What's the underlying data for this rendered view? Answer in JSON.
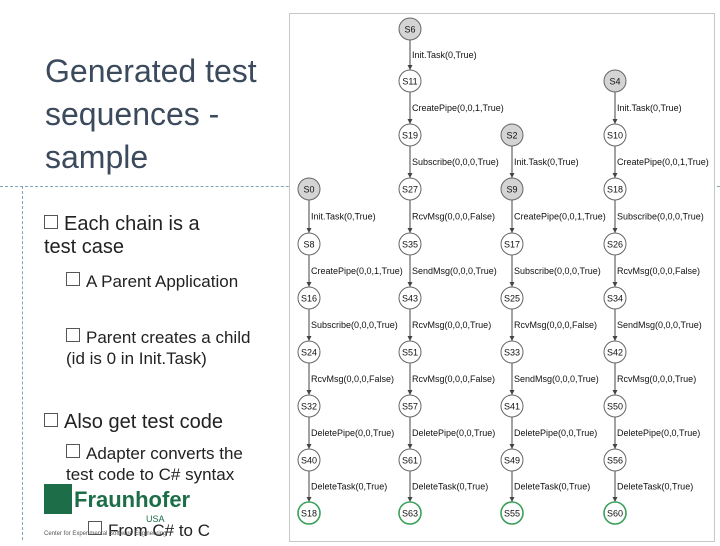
{
  "slide": {
    "title": "Generated test sequences - sample",
    "bullets": [
      {
        "text": "Each chain is a test case",
        "subs": [
          "A Parent Application",
          "Parent creates a child (id is 0 in Init.Task)"
        ]
      },
      {
        "text": "Also get test code",
        "subs": [
          "Adapter converts the test code to C# syntax",
          "From C# to C"
        ]
      }
    ],
    "logo": {
      "name": "Fraunhofer",
      "country": "USA",
      "tagline": "Center for Experimental Software Engineering"
    }
  },
  "diagram": {
    "nodes": {
      "S6": "S6",
      "S11": "S11",
      "S4": "S4",
      "S19": "S19",
      "S2": "S2",
      "S10": "S10",
      "S0": "S0",
      "S27": "S27",
      "S9": "S9",
      "S18": "S18",
      "S8": "S8",
      "S35": "S35",
      "S17": "S17",
      "S26": "S26",
      "S16": "S16",
      "S43": "S43",
      "S25": "S25",
      "S34": "S34",
      "S24": "S24",
      "S51": "S51",
      "S33": "S33",
      "S42": "S42",
      "S32": "S32",
      "S57": "S57",
      "S41": "S41",
      "S50": "S50",
      "S40": "S40",
      "S61": "S61",
      "S49": "S49",
      "S56": "S56",
      "S18b": "S18",
      "S63": "S63",
      "S55": "S55",
      "S60": "S60"
    },
    "edges": {
      "e1": "Init.Task(0,True)",
      "e2": "CreatePipe(0,0,1,True)",
      "e3": "Init.Task(0,True)",
      "e4": "Subscribe(0,0,0,True)",
      "e5": "Init.Task(0,True)",
      "e6": "CreatePipe(0,0,1,True)",
      "c1": [
        "Init.Task(0,True)",
        "CreatePipe(0,0,1,True)",
        "Subscribe(0,0,0,True)",
        "RcvMsg(0,0,0,False)",
        "DeletePipe(0,0,True)",
        "DeleteTask(0,True)"
      ],
      "c2": [
        "RcvMsg(0,0,0,False)",
        "SendMsg(0,0,0,True)",
        "RcvMsg(0,0,0,True)",
        "RcvMsg(0,0,0,False)",
        "DeletePipe(0,0,True)",
        "DeleteTask(0,True)"
      ],
      "c3": [
        "CreatePipe(0,0,1,True)",
        "Subscribe(0,0,0,True)",
        "RcvMsg(0,0,0,False)",
        "SendMsg(0,0,0,True)",
        "DeletePipe(0,0,True)",
        "DeleteTask(0,True)"
      ],
      "c4": [
        "Subscribe(0,0,0,True)",
        "RcvMsg(0,0,0,False)",
        "SendMsg(0,0,0,True)",
        "RcvMsg(0,0,0,True)",
        "DeletePipe(0,0,True)",
        "DeleteTask(0,True)"
      ]
    }
  }
}
